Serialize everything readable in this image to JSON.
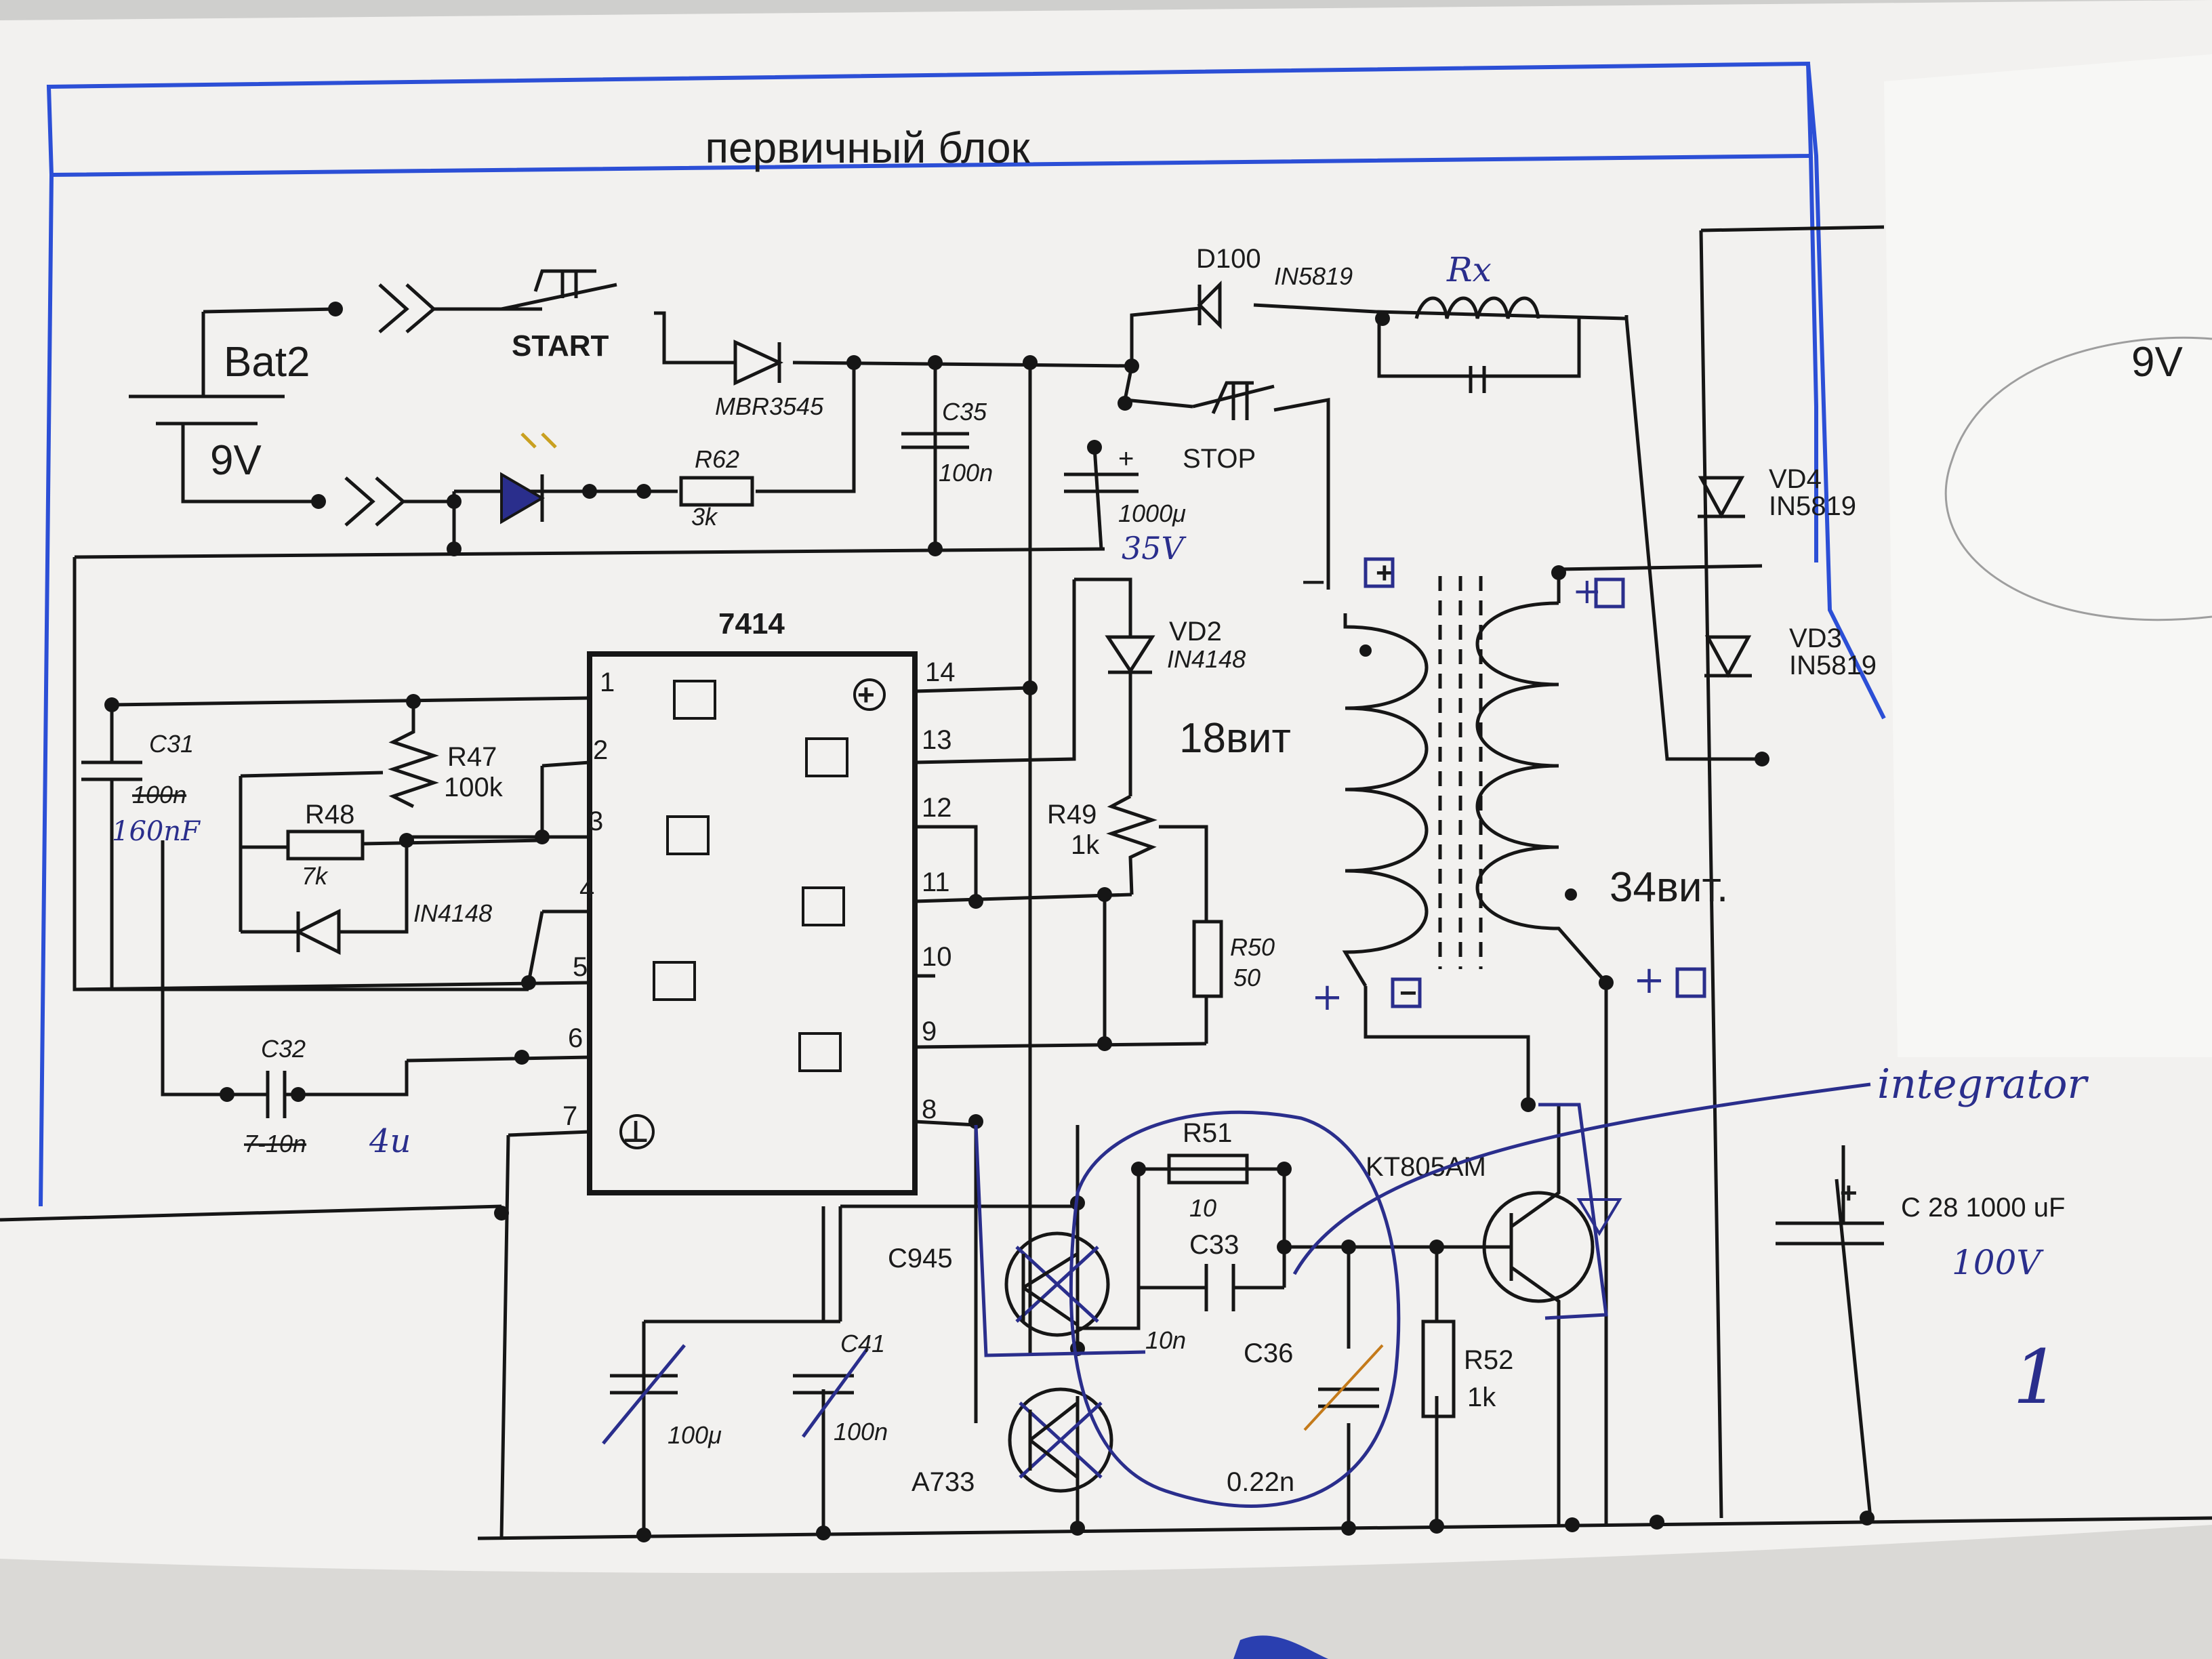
{
  "title": "первичный блок",
  "components": {
    "battery": {
      "name": "Bat2",
      "voltage": "9V"
    },
    "start_button": "START",
    "stop_button": "STOP",
    "diode_main": "MBR3545",
    "resistor_r62": {
      "name": "R62",
      "value": "3k"
    },
    "capacitor_c35": {
      "name": "C35",
      "value": "100n"
    },
    "capacitor_bulk": {
      "value": "1000μ",
      "voltage_hand": "35V",
      "plus": "+"
    },
    "diode_d100": {
      "name": "D100",
      "part": "IN5819"
    },
    "rx_label": "Rx",
    "ic": {
      "name": "7414",
      "vcc_symbol": "+",
      "gnd_symbol": "⊥",
      "pins": [
        "1",
        "2",
        "3",
        "4",
        "5",
        "6",
        "7",
        "8",
        "9",
        "10",
        "11",
        "12",
        "13",
        "14"
      ]
    },
    "vd2": {
      "name": "VD2",
      "part": "IN4148"
    },
    "r47": {
      "name": "R47",
      "value": "100k"
    },
    "r48": {
      "name": "R48",
      "value": "7k"
    },
    "diode_in4148": "IN4148",
    "r49": {
      "name": "R49",
      "value": "1k"
    },
    "r50": {
      "name": "R50",
      "value": "50"
    },
    "c31": {
      "name": "C31",
      "value_struck": "100n",
      "value_hand": "160nF"
    },
    "c32": {
      "name": "C32",
      "value_struck": "7-10n",
      "value_hand": "4u"
    },
    "r51": {
      "name": "R51",
      "value": "10"
    },
    "c33": {
      "name": "C33",
      "value": "10n"
    },
    "c945": "C945",
    "a733": "A733",
    "c41": {
      "name": "C41",
      "value": "100n"
    },
    "cap_100u": "100μ",
    "c36": {
      "name": "C36",
      "value": "0.22n"
    },
    "r52": {
      "name": "R52",
      "value": "1k"
    },
    "transistor": "KT805AM",
    "winding_primary": "18вит",
    "winding_secondary": "34вит.",
    "vd4": {
      "name": "VD4",
      "part": "IN5819"
    },
    "vd3": {
      "name": "VD3",
      "part": "IN5819"
    },
    "c28": {
      "label": "C 28 1000 uF",
      "voltage_hand": "100V"
    },
    "right_voltage": "9V",
    "hand_integrator": "integrator",
    "hand_number": "1",
    "polarity_minus": "−",
    "polarity_plus": "+"
  }
}
